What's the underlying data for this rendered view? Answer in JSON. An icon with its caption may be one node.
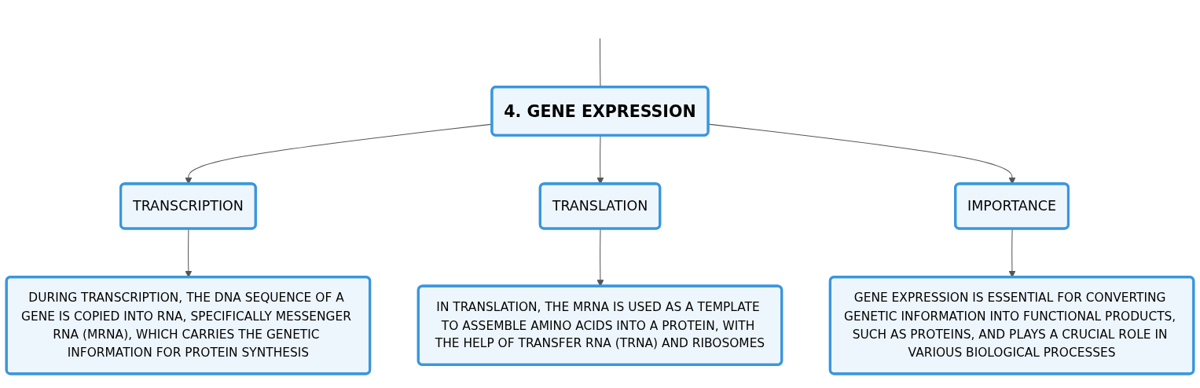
{
  "diagram": {
    "nodes": [
      {
        "text": [
          "4. GENE EXPRESSION"
        ]
      },
      {
        "text": [
          "TRANSCRIPTION"
        ]
      },
      {
        "text": [
          "TRANSLATION"
        ]
      },
      {
        "text": [
          "IMPORTANCE"
        ]
      },
      {
        "text": [
          "DURING TRANSCRIPTION, THE DNA SEQUENCE OF A GENE IS COPIED INTO RNA, SPECIFICALLY MESSENGER RNA (MRNA), WHICH CARRIES THE GENETIC INFORMATION FOR PROTEIN SYNTHESIS"
        ]
      },
      {
        "text": [
          "IN TRANSLATION, THE MRNA IS USED AS A TEMPLATE TO ASSEMBLE AMINO ACIDS INTO A PROTEIN, WITH THE HELP OF TRANSFER RNA (TRNA) AND RIBOSOMES"
        ]
      },
      {
        "text": [
          "GENE EXPRESSION IS ESSENTIAL FOR CONVERTING GENETIC INFORMATION INTO FUNCTIONAL PRODUCTS, SUCH AS PROTEINS, AND PLAYS A CRUCIAL ROLE IN VARIOUS BIOLOGICAL PROCESSES"
        ]
      }
    ],
    "edges": [
      {
        "from": null,
        "to": 0,
        "arrow": "none"
      },
      {
        "from": 0,
        "to": 1,
        "arrow": "to"
      },
      {
        "from": 0,
        "to": 2,
        "arrow": "to"
      },
      {
        "from": 0,
        "to": 3,
        "arrow": "to"
      },
      {
        "from": 1,
        "to": 4,
        "arrow": "to"
      },
      {
        "from": 2,
        "to": 5,
        "arrow": "to"
      },
      {
        "from": 3,
        "to": 6,
        "arrow": "to"
      }
    ]
  }
}
